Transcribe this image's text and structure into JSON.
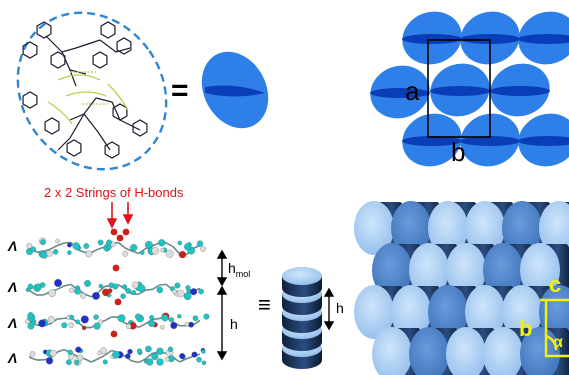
{
  "labels": {
    "equals": "=",
    "equiv": "≡",
    "lattice_a": "a",
    "lattice_b": "b",
    "hbond_title": "2 x 2 Strings of H-bonds",
    "h_mol": "h",
    "h_mol_sub": "mol",
    "h_layer": "h",
    "h_stack": "h",
    "delta_marker": "Λ",
    "cell_c": "c",
    "cell_b": "b",
    "cell_alpha": "α"
  },
  "colors": {
    "ellipse_light": "#2f7fe8",
    "ellipse_band": "#0a3db8",
    "dashed_outline": "#2f86d1",
    "hbond_red": "#e0121b",
    "disk_light": "#a8cdf2",
    "disk_mid": "#4f86cf",
    "cell_yellow": "#f2f20a",
    "atom_cyan": "#1ec4c4",
    "atom_blue": "#2030c8",
    "atom_red": "#d0201a",
    "atom_white": "#dddddd"
  }
}
